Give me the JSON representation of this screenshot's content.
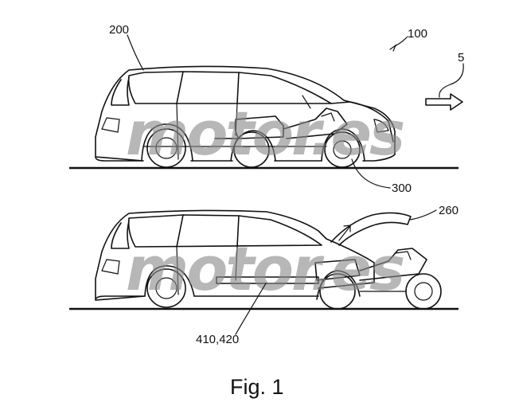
{
  "figure": {
    "caption": "Fig. 1",
    "watermark": "motor.es",
    "reference_numerals": {
      "system": "100",
      "vehicle": "200",
      "direction": "5",
      "motorcycle": "300",
      "hatch": "260",
      "rail": "410,420"
    }
  },
  "colors": {
    "line": "#111111",
    "watermark": "#8a8a8a",
    "background": "#ffffff"
  }
}
